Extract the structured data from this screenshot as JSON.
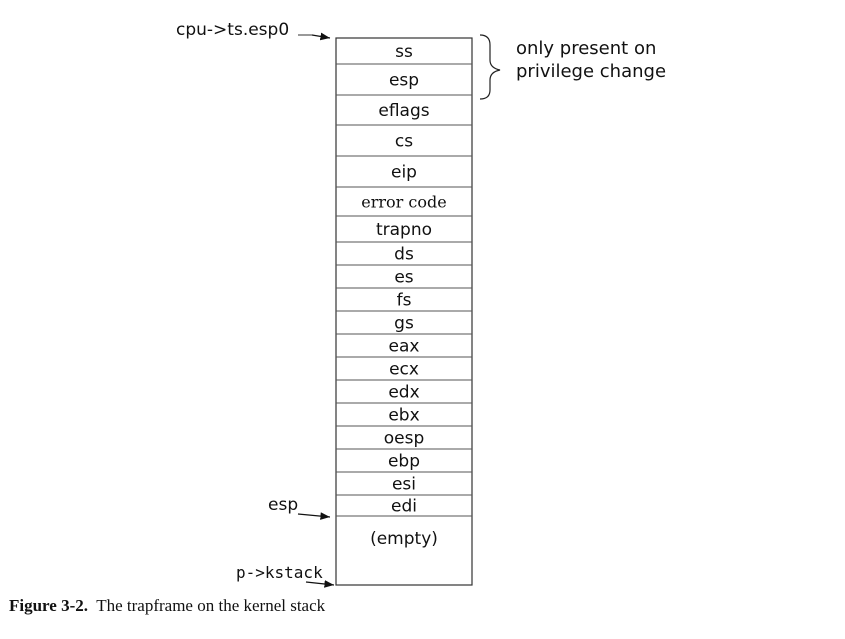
{
  "diagram": {
    "cells": [
      {
        "label": "ss"
      },
      {
        "label": "esp"
      },
      {
        "label": "eflags"
      },
      {
        "label": "cs"
      },
      {
        "label": "eip"
      },
      {
        "label": "error code"
      },
      {
        "label": "trapno"
      },
      {
        "label": "ds"
      },
      {
        "label": "es"
      },
      {
        "label": "fs"
      },
      {
        "label": "gs"
      },
      {
        "label": "eax"
      },
      {
        "label": "ecx"
      },
      {
        "label": "edx"
      },
      {
        "label": "ebx"
      },
      {
        "label": "oesp"
      },
      {
        "label": "ebp"
      },
      {
        "label": "esi"
      },
      {
        "label": "edi"
      },
      {
        "label": "(empty)"
      }
    ],
    "pointers": {
      "top": "cpu->ts.esp0",
      "esp": "esp",
      "kstack": "p->kstack"
    },
    "brace_note": [
      "only present on",
      "privilege change"
    ]
  },
  "caption": {
    "label": "Figure 3-2.",
    "text": "The trapframe on the kernel stack"
  }
}
